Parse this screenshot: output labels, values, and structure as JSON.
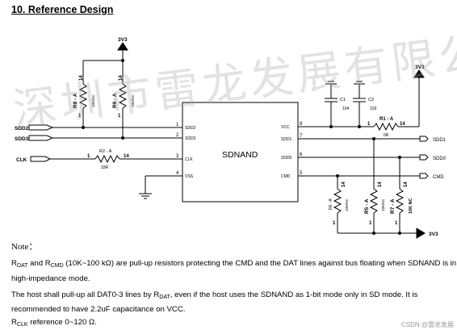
{
  "title": "10. Reference Design",
  "chip": {
    "name": "SDNAND",
    "left_pins": [
      {
        "num": "1",
        "name": "SDD2"
      },
      {
        "num": "2",
        "name": "SDD3"
      },
      {
        "num": "3",
        "name": "CLK"
      },
      {
        "num": "4",
        "name": "VSS"
      }
    ],
    "right_pins": [
      {
        "num": "8",
        "name": "VCC"
      },
      {
        "num": "7",
        "name": "SDD1"
      },
      {
        "num": "6",
        "name": "SDD0"
      },
      {
        "num": "5",
        "name": "CMD"
      }
    ]
  },
  "nets": {
    "vcc_top": "3V3",
    "vcc_right": "3V3",
    "vcc_bottom": "3V3",
    "left_ports": [
      "SDD2",
      "SDD3",
      "CLK"
    ],
    "right_ports": [
      "SDD1",
      "SDD0",
      "CMD"
    ]
  },
  "components": {
    "r_left1": {
      "label": "R8 - A",
      "value": "10K/NC",
      "pin_a": "1",
      "pin_b": "14"
    },
    "r_left2": {
      "label": "R8 - A",
      "value": "10K/NC",
      "pin_a": "1",
      "pin_b": "14"
    },
    "r_clk": {
      "label": "R2 - A",
      "value": "33R",
      "pin_a": "1",
      "pin_b": "14"
    },
    "c1": {
      "label": "C1",
      "value": "104"
    },
    "c2": {
      "label": "C2",
      "value": "103"
    },
    "r_vcc": {
      "label": "R1 - A",
      "value": "0R",
      "pin_a": "1",
      "pin_b": "14"
    },
    "r_bot1": {
      "label": "R6 - A",
      "value": "10K/NC",
      "pin_a": "1",
      "pin_b": "14"
    },
    "r_bot2": {
      "label": "R5 - A",
      "value": "10K/NC",
      "pin_a": "1",
      "pin_b": "14"
    },
    "r_bot3": {
      "label": "R7 - A",
      "value": "10K NC",
      "pin_a": "1",
      "pin_b": "14"
    }
  },
  "notes": {
    "heading": "Note：",
    "line1_a": "R",
    "line1_sub1": "DAT",
    "line1_b": " and R",
    "line1_sub2": "CMD",
    "line1_c": " (10K~100 kΩ) are pull-up resistors protecting the CMD and the DAT lines against bus floating when SDNAND is in a",
    "line2": "high-impedance mode.",
    "line3_a": "The host shall pull-up all DAT0-3 lines by R",
    "line3_sub": "DAT",
    "line3_b": ", even if the host uses the SDNAND as 1-bit mode only in SD mode. It is",
    "line4": "recommended to have 2.2uF capacitance on VCC.",
    "line5_a": "R",
    "line5_sub": "CLK",
    "line5_b": " reference 0~120 Ω."
  },
  "watermark": "深圳市雷龙发展有限公司",
  "credit": "CSDN @雷龙发展"
}
